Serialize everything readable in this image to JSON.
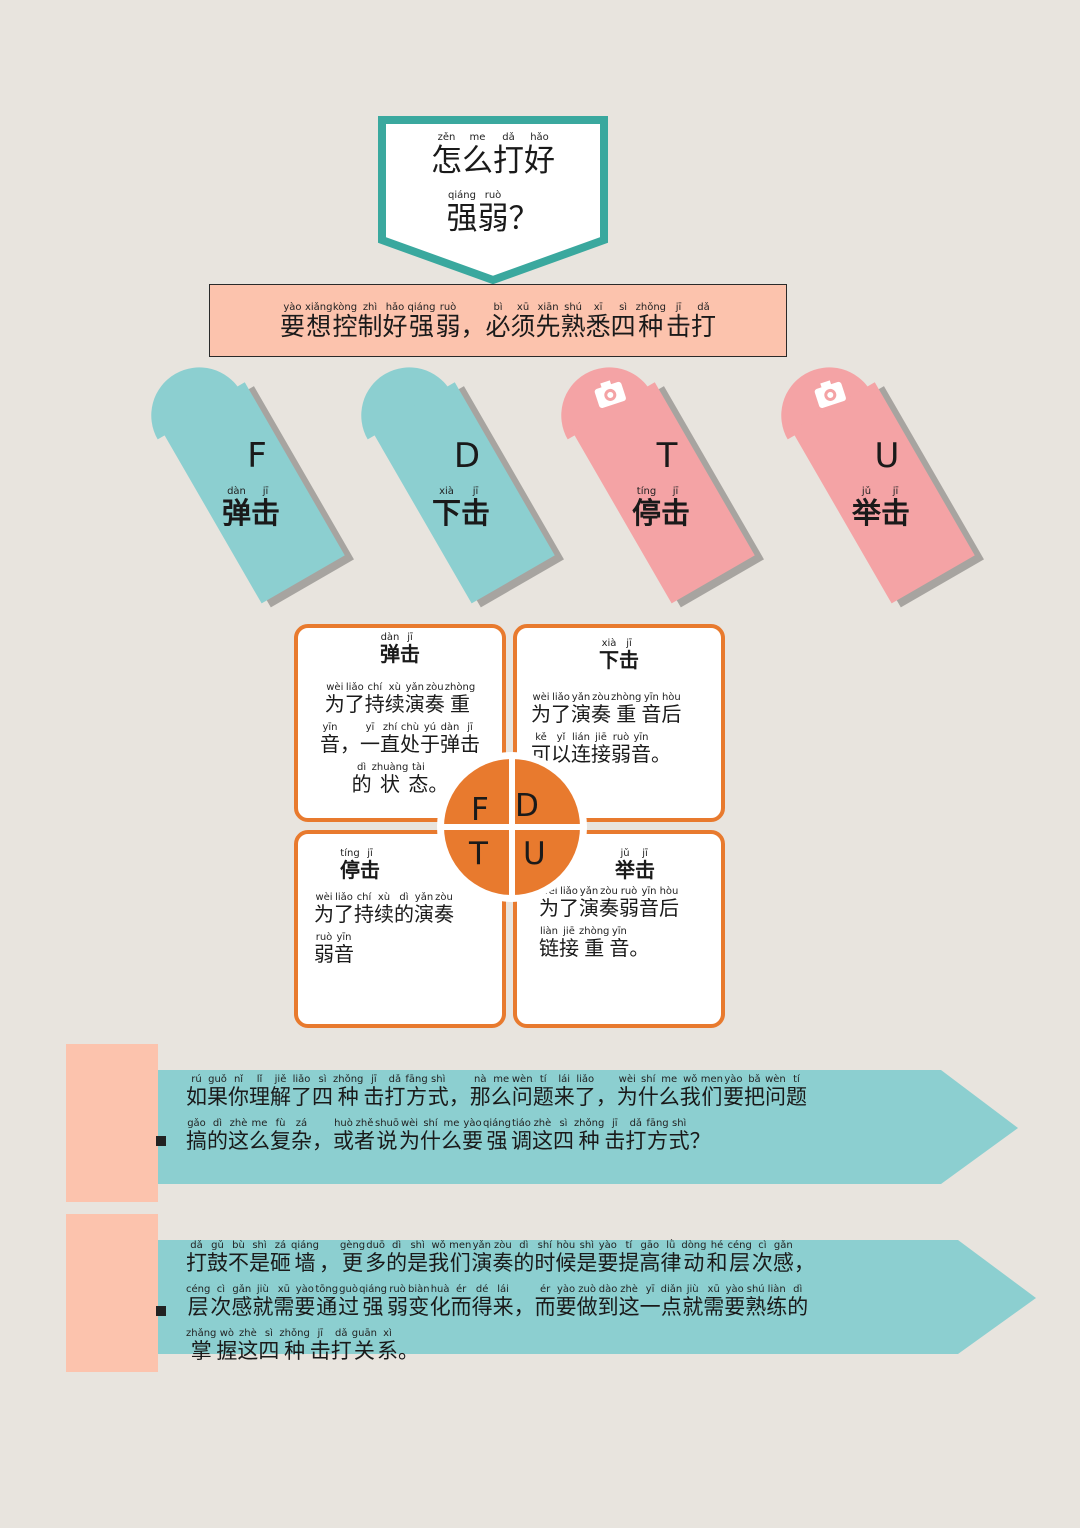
{
  "title": {
    "line1": [
      [
        "怎",
        "zěn"
      ],
      [
        "么",
        "me"
      ],
      [
        "打",
        "dǎ"
      ],
      [
        "好",
        "hǎo"
      ]
    ],
    "line2": [
      [
        "强",
        "qiáng"
      ],
      [
        "弱",
        "ruò"
      ],
      [
        "？",
        ""
      ]
    ]
  },
  "intro": [
    [
      "要",
      "yào"
    ],
    [
      "想",
      "xiǎng"
    ],
    [
      "控",
      "kòng"
    ],
    [
      "制",
      "zhì"
    ],
    [
      "好",
      "hǎo"
    ],
    [
      "强",
      "qiáng"
    ],
    [
      "弱",
      "ruò"
    ],
    [
      "，",
      ""
    ],
    [
      "必",
      "bì"
    ],
    [
      "须",
      "xū"
    ],
    [
      "先",
      "xiān"
    ],
    [
      "熟",
      "shú"
    ],
    [
      "悉",
      "xī"
    ],
    [
      "四",
      "sì"
    ],
    [
      "种",
      "zhǒng"
    ],
    [
      "击",
      "jī"
    ],
    [
      "打",
      "dǎ"
    ]
  ],
  "tags": [
    {
      "letter": "F",
      "name": [
        [
          "弹",
          "dàn"
        ],
        [
          "击",
          "jī"
        ]
      ],
      "color": "#8ccfd0",
      "icon": "none"
    },
    {
      "letter": "D",
      "name": [
        [
          "下",
          "xià"
        ],
        [
          "击",
          "jī"
        ]
      ],
      "color": "#8ccfd0",
      "icon": "none"
    },
    {
      "letter": "T",
      "name": [
        [
          "停",
          "tíng"
        ],
        [
          "击",
          "jī"
        ]
      ],
      "color": "#f4a3a5",
      "icon": "camera-icon"
    },
    {
      "letter": "U",
      "name": [
        [
          "举",
          "jǔ"
        ],
        [
          "击",
          "jī"
        ]
      ],
      "color": "#f4a3a5",
      "icon": "camera-icon"
    }
  ],
  "quadrants": [
    {
      "head": [
        [
          "弹",
          "dàn"
        ],
        [
          "击",
          "jī"
        ]
      ],
      "body": [
        [
          [
            "为",
            "wèi"
          ],
          [
            "了",
            "liǎo"
          ],
          [
            "持",
            "chí"
          ],
          [
            "续",
            "xù"
          ],
          [
            "演",
            "yǎn"
          ],
          [
            "奏",
            "zòu"
          ],
          [
            "重",
            "zhòng"
          ]
        ],
        [
          [
            "音",
            "yīn"
          ],
          [
            "，",
            ""
          ],
          [
            "一",
            "yī"
          ],
          [
            "直",
            "zhí"
          ],
          [
            "处",
            "chù"
          ],
          [
            "于",
            "yú"
          ],
          [
            "弹",
            "dàn"
          ],
          [
            "击",
            "jī"
          ]
        ],
        [
          [
            "的",
            "dì"
          ],
          [
            "状",
            "zhuàng"
          ],
          [
            "态",
            "tài"
          ],
          [
            "。",
            ""
          ]
        ]
      ]
    },
    {
      "head": [
        [
          "下",
          "xià"
        ],
        [
          "击",
          "jī"
        ]
      ],
      "body": [
        [
          [
            "为",
            "wèi"
          ],
          [
            "了",
            "liǎo"
          ],
          [
            "演",
            "yǎn"
          ],
          [
            "奏",
            "zòu"
          ],
          [
            "重",
            "zhòng"
          ],
          [
            "音",
            "yīn"
          ],
          [
            "后",
            "hòu"
          ]
        ],
        [
          [
            "可",
            "kě"
          ],
          [
            "以",
            "yǐ"
          ],
          [
            "连",
            "lián"
          ],
          [
            "接",
            "jiē"
          ],
          [
            "弱",
            "ruò"
          ],
          [
            "音",
            "yīn"
          ],
          [
            "。",
            ""
          ]
        ]
      ]
    },
    {
      "head": [
        [
          "停",
          "tíng"
        ],
        [
          "击",
          "jī"
        ]
      ],
      "body": [
        [
          [
            "为",
            "wèi"
          ],
          [
            "了",
            "liǎo"
          ],
          [
            "持",
            "chí"
          ],
          [
            "续",
            "xù"
          ],
          [
            "的",
            "dì"
          ],
          [
            "演",
            "yǎn"
          ],
          [
            "奏",
            "zòu"
          ]
        ],
        [
          [
            "弱",
            "ruò"
          ],
          [
            "音",
            "yīn"
          ]
        ]
      ]
    },
    {
      "head": [
        [
          "举",
          "jǔ"
        ],
        [
          "击",
          "jī"
        ]
      ],
      "body": [
        [
          [
            "为",
            "wèi"
          ],
          [
            "了",
            "liǎo"
          ],
          [
            "演",
            "yǎn"
          ],
          [
            "奏",
            "zòu"
          ],
          [
            "弱",
            "ruò"
          ],
          [
            "音",
            "yīn"
          ],
          [
            "后",
            "hòu"
          ]
        ],
        [
          [
            "链",
            "liàn"
          ],
          [
            "接",
            "jiē"
          ],
          [
            "重",
            "zhòng"
          ],
          [
            "音",
            "yīn"
          ],
          [
            "。",
            ""
          ]
        ]
      ]
    }
  ],
  "circle_letters": [
    "F",
    "D",
    "T",
    "U"
  ],
  "paragraphs": [
    [
      [
        [
          "如",
          "rú"
        ],
        [
          "果",
          "guǒ"
        ],
        [
          "你",
          "nǐ"
        ],
        [
          "理",
          "lǐ"
        ],
        [
          "解",
          "jiě"
        ],
        [
          "了",
          "liǎo"
        ],
        [
          "四",
          "sì"
        ],
        [
          "种",
          "zhǒng"
        ],
        [
          "击",
          "jī"
        ],
        [
          "打",
          "dǎ"
        ],
        [
          "方",
          "fāng"
        ],
        [
          "式",
          "shì"
        ],
        [
          "，",
          ""
        ],
        [
          "那",
          "nà"
        ],
        [
          "么",
          "me"
        ],
        [
          "问",
          "wèn"
        ],
        [
          "题",
          "tí"
        ],
        [
          "来",
          "lái"
        ],
        [
          "了",
          "liǎo"
        ],
        [
          "，",
          ""
        ],
        [
          "为",
          "wèi"
        ],
        [
          "什",
          "shí"
        ],
        [
          "么",
          "me"
        ],
        [
          "我",
          "wǒ"
        ],
        [
          "们",
          "men"
        ],
        [
          "要",
          "yào"
        ],
        [
          "把",
          "bǎ"
        ],
        [
          "问",
          "wèn"
        ],
        [
          "题",
          "tí"
        ]
      ],
      [
        [
          "搞",
          "gǎo"
        ],
        [
          "的",
          "dì"
        ],
        [
          "这",
          "zhè"
        ],
        [
          "么",
          "me"
        ],
        [
          "复",
          "fù"
        ],
        [
          "杂",
          "zá"
        ],
        [
          "，",
          ""
        ],
        [
          "或",
          "huò"
        ],
        [
          "者",
          "zhě"
        ],
        [
          "说",
          "shuō"
        ],
        [
          "为",
          "wèi"
        ],
        [
          "什",
          "shí"
        ],
        [
          "么",
          "me"
        ],
        [
          "要",
          "yào"
        ],
        [
          "强",
          "qiáng"
        ],
        [
          "调",
          "tiáo"
        ],
        [
          "这",
          "zhè"
        ],
        [
          "四",
          "sì"
        ],
        [
          "种",
          "zhǒng"
        ],
        [
          "击",
          "jī"
        ],
        [
          "打",
          "dǎ"
        ],
        [
          "方",
          "fāng"
        ],
        [
          "式",
          "shì"
        ],
        [
          "？",
          ""
        ]
      ]
    ],
    [
      [
        [
          "打",
          "dǎ"
        ],
        [
          "鼓",
          "gǔ"
        ],
        [
          "不",
          "bù"
        ],
        [
          "是",
          "shì"
        ],
        [
          "砸",
          "zá"
        ],
        [
          "墙",
          "qiáng"
        ],
        [
          "，",
          ""
        ],
        [
          "更",
          "gèng"
        ],
        [
          "多",
          "duō"
        ],
        [
          "的",
          "dì"
        ],
        [
          "是",
          "shì"
        ],
        [
          "我",
          "wǒ"
        ],
        [
          "们",
          "men"
        ],
        [
          "演",
          "yǎn"
        ],
        [
          "奏",
          "zòu"
        ],
        [
          "的",
          "dì"
        ],
        [
          "时",
          "shí"
        ],
        [
          "候",
          "hòu"
        ],
        [
          "是",
          "shì"
        ],
        [
          "要",
          "yào"
        ],
        [
          "提",
          "tí"
        ],
        [
          "高",
          "gāo"
        ],
        [
          "律",
          "lǜ"
        ],
        [
          "动",
          "dòng"
        ],
        [
          "和",
          "hé"
        ],
        [
          "层",
          "céng"
        ],
        [
          "次",
          "cì"
        ],
        [
          "感",
          "gǎn"
        ],
        [
          "，",
          ""
        ]
      ],
      [
        [
          "层",
          "céng"
        ],
        [
          "次",
          "cì"
        ],
        [
          "感",
          "gǎn"
        ],
        [
          "就",
          "jiù"
        ],
        [
          "需",
          "xū"
        ],
        [
          "要",
          "yào"
        ],
        [
          "通",
          "tōng"
        ],
        [
          "过",
          "guò"
        ],
        [
          "强",
          "qiáng"
        ],
        [
          "弱",
          "ruò"
        ],
        [
          "变",
          "biàn"
        ],
        [
          "化",
          "huà"
        ],
        [
          "而",
          "ér"
        ],
        [
          "得",
          "dé"
        ],
        [
          "来",
          "lái"
        ],
        [
          "，",
          ""
        ],
        [
          "而",
          "ér"
        ],
        [
          "要",
          "yào"
        ],
        [
          "做",
          "zuò"
        ],
        [
          "到",
          "dào"
        ],
        [
          "这",
          "zhè"
        ],
        [
          "一",
          "yī"
        ],
        [
          "点",
          "diǎn"
        ],
        [
          "就",
          "jiù"
        ],
        [
          "需",
          "xū"
        ],
        [
          "要",
          "yào"
        ],
        [
          "熟",
          "shú"
        ],
        [
          "练",
          "liàn"
        ],
        [
          "的",
          "dì"
        ]
      ],
      [
        [
          "掌",
          "zhǎng"
        ],
        [
          "握",
          "wò"
        ],
        [
          "这",
          "zhè"
        ],
        [
          "四",
          "sì"
        ],
        [
          "种",
          "zhǒng"
        ],
        [
          "击",
          "jī"
        ],
        [
          "打",
          "dǎ"
        ],
        [
          "关",
          "guān"
        ],
        [
          "系",
          "xì"
        ],
        [
          "。",
          ""
        ]
      ]
    ]
  ],
  "colors": {
    "teal": "#8ccfd0",
    "teal_border": "#3aa89e",
    "pink": "#f4a3a5",
    "peach": "#fcc3ad",
    "orange": "#e87a2e",
    "background": "#e8e4de"
  }
}
